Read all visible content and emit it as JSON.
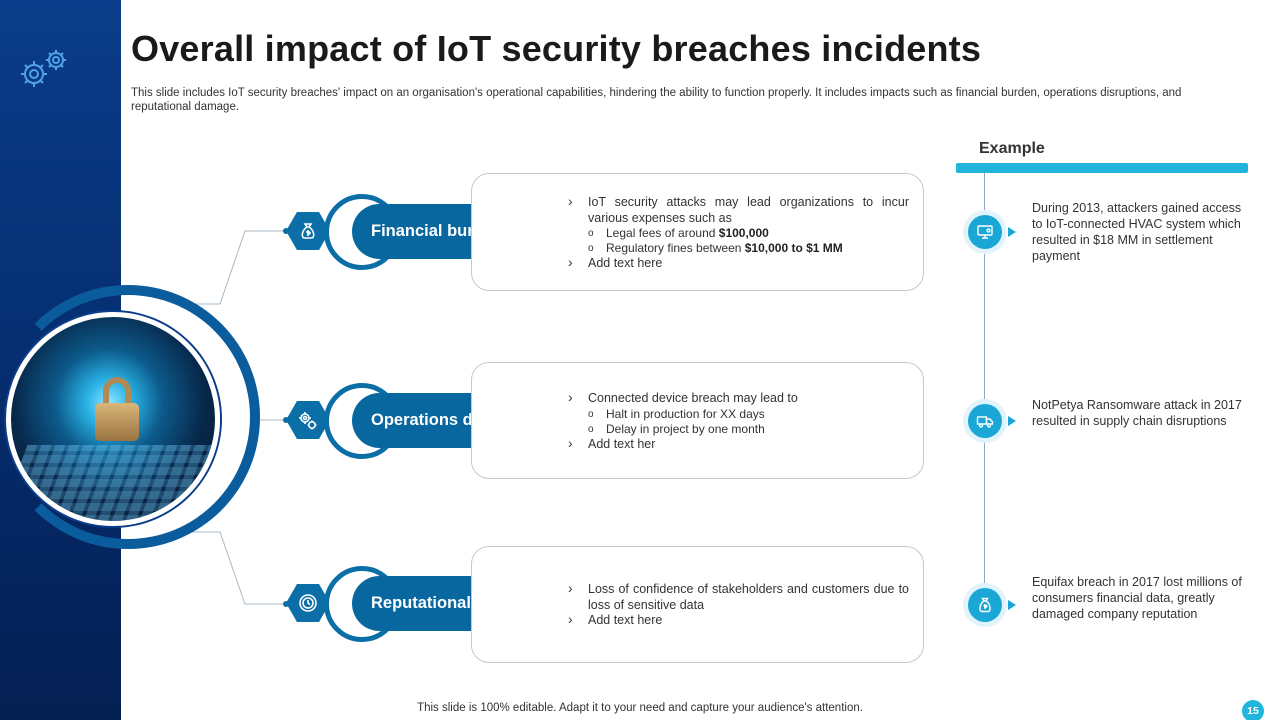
{
  "slide": {
    "title": "Overall impact of IoT security breaches incidents",
    "subtitle": "This slide includes IoT security breaches' impact on an organisation's operational capabilities, hindering the ability to function properly. It includes impacts such as financial burden, operations disruptions, and reputational damage.",
    "footer": "This slide is 100% editable. Adapt it to your need and capture your audience's attention.",
    "page_number": "15"
  },
  "icons": {
    "logo": "gears-icon",
    "hero": "laptop-padlock-image",
    "financial": "money-bag-icon",
    "operations": "gears-icon",
    "reputation": "badge-icon",
    "example_1": "hvac-device-icon",
    "example_2": "supply-chain-truck-icon",
    "example_3": "money-bag-icon"
  },
  "colors": {
    "navy": "#062f73",
    "primary_blue": "#07679e",
    "accent_cyan": "#21b5dd"
  },
  "impacts": [
    {
      "label": "Financial burden",
      "bullet1": "IoT security attacks may lead organizations to incur various expenses such as",
      "sub1_pre": "Legal fees of around ",
      "sub1_bold": "$100,000",
      "sub2_pre": "Regulatory fines between ",
      "sub2_bold": "$10,000 to $1 MM",
      "bullet2": "Add text here"
    },
    {
      "label": "Operations disruptions",
      "bullet1": "Connected device breach may lead to",
      "sub1": "Halt in production for XX days",
      "sub2": "Delay in project by one month",
      "bullet2": "Add text her"
    },
    {
      "label": "Reputational damage",
      "bullet1": "Loss of confidence of stakeholders and customers due to loss of sensitive data",
      "bullet2": "Add text here"
    }
  ],
  "example": {
    "heading": "Example",
    "items": [
      "During 2013, attackers gained access to IoT-connected HVAC system which resulted in $18 MM in settlement payment",
      "NotPetya Ransomware attack in 2017 resulted in supply chain disruptions",
      "Equifax breach in 2017 lost millions of consumers financial data, greatly damaged company reputation"
    ]
  }
}
